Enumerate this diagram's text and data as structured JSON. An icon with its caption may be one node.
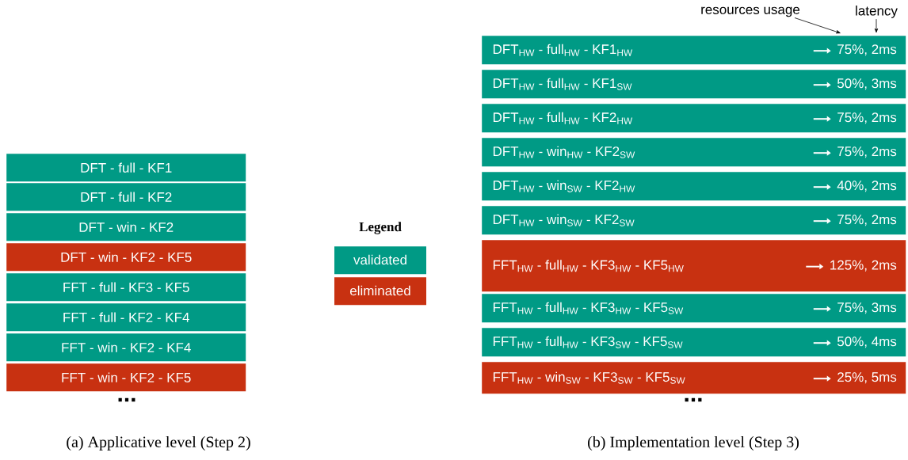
{
  "diagram": {
    "nodes": [
      {
        "text": [
          "DFT - full - KF1"
        ]
      },
      {
        "text": [
          "DFT - full - KF2"
        ]
      },
      {
        "text": [
          "DFT - win - KF2"
        ]
      },
      {
        "text": [
          "DFT - win - KF2 - KF5"
        ]
      },
      {
        "text": [
          "FFT - full - KF3 - KF5"
        ]
      },
      {
        "text": [
          "FFT - full - KF2 - KF4"
        ]
      },
      {
        "text": [
          "FFT - win - KF2 - KF4"
        ]
      },
      {
        "text": [
          "FFT - win - KF2 - KF5"
        ]
      },
      {
        "text": [
          "DFT$_{HW}$ - full$_{HW}$ - KF1$_{HW}$",
          "75%, 2ms"
        ]
      },
      {
        "text": [
          "DFT$_{HW}$ - full$_{HW}$ - KF1$_{SW}$",
          "50%, 3ms"
        ]
      },
      {
        "text": [
          "DFT$_{HW}$ - full$_{HW}$ - KF2$_{HW}$",
          "75%, 2ms"
        ]
      },
      {
        "text": [
          "DFT$_{HW}$ - win$_{HW}$ - KF2$_{SW}$",
          "75%, 2ms"
        ]
      },
      {
        "text": [
          "DFT$_{HW}$ - win$_{SW}$ - KF2$_{HW}$",
          "40%, 2ms"
        ]
      },
      {
        "text": [
          "DFT$_{HW}$ - win$_{SW}$ - KF2$_{SW}$",
          "75%, 2ms"
        ]
      },
      {
        "text": [
          "FFT$_{HW}$ - full$_{HW}$ - KF3$_{HW}$ - KF5$_{HW}$",
          "125%, 2ms"
        ]
      },
      {
        "text": [
          "FFT$_{HW}$ - full$_{HW}$ - KF3$_{HW}$ - KF5$_{SW}$",
          "75%, 3ms"
        ]
      },
      {
        "text": [
          "FFT$_{HW}$ - full$_{HW}$ - KF3$_{SW}$ - KF5$_{SW}$",
          "50%, 4ms"
        ]
      },
      {
        "text": [
          "FFT$_{HW}$ - win$_{SW}$ - KF3$_{SW}$ - KF5$_{SW}$",
          "25%, 5ms"
        ]
      },
      {
        "text": [
          "resources usage"
        ]
      },
      {
        "text": [
          "latency"
        ]
      }
    ],
    "edges": [
      {
        "from": 18,
        "to": 8,
        "arrow": "to"
      },
      {
        "from": 19,
        "to": 8,
        "arrow": "to"
      }
    ],
    "labels": [
      "Legend",
      "...",
      "...",
      "(a) Applicative level (Step 2)",
      "(b) Implementation level (Step 3)"
    ],
    "legend": [
      {
        "text": "validated",
        "color": "#009a85"
      },
      {
        "text": "eliminated",
        "color": "#c83111"
      }
    ]
  }
}
